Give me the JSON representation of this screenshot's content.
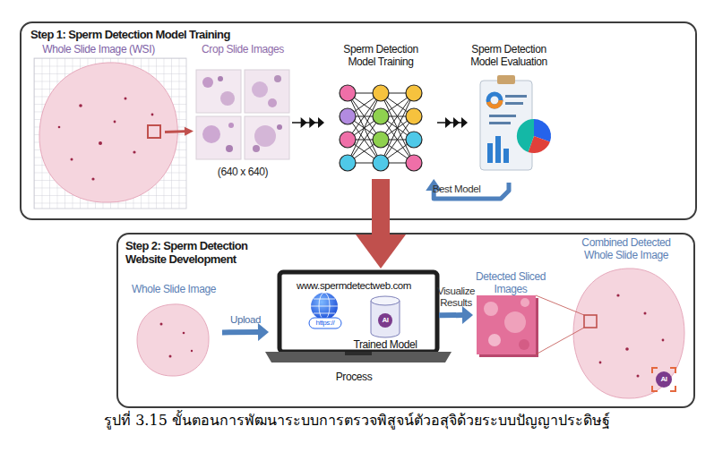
{
  "diagram": {
    "caption": "รูปที่ 3.15 ขั้นตอนการพัฒนาระบบการตรวจพิสูจน์ตัวอสุจิด้วยระบบปัญญาประดิษฐ์",
    "nodes": [
      {
        "text": [
          "Step 1: Sperm Detection Model Training"
        ]
      },
      {
        "text": [
          "Whole Slide Image (WSI)"
        ],
        "in": 0
      },
      {
        "text": [
          "Crop Slide Images",
          "(640 x 640)"
        ],
        "in": 0
      },
      {
        "text": [
          "Sperm Detection Model Training"
        ],
        "in": 0
      },
      {
        "text": [
          "Sperm Detection Model Evaluation"
        ],
        "in": 0
      },
      {
        "text": [
          "Step 2: Sperm Detection Website Development"
        ]
      },
      {
        "text": [
          "Whole Slide Image"
        ],
        "in": 5
      },
      {
        "text": [
          "www.spermdetectweb.com",
          "https://",
          "AI",
          "Trained Model",
          "Process"
        ],
        "in": 5
      },
      {
        "text": [
          "Detected Sliced Images"
        ],
        "in": 5
      },
      {
        "text": [
          "Combined Detected Whole Slide Image",
          "AI"
        ],
        "in": 5
      }
    ],
    "edges": [
      {
        "from": 1,
        "to": 2,
        "arrow": "to"
      },
      {
        "from": 2,
        "to": 3,
        "arrow": "to"
      },
      {
        "from": 3,
        "to": 4,
        "arrow": "to"
      },
      {
        "from": 4,
        "to": 3,
        "label": "Best Model",
        "arrow": "to"
      },
      {
        "from": 3,
        "to": 7,
        "arrow": "to"
      },
      {
        "from": 6,
        "to": 7,
        "label": "Upload",
        "arrow": "to"
      },
      {
        "from": 7,
        "to": 8,
        "label": "Visualize Results",
        "arrow": "to"
      }
    ]
  }
}
